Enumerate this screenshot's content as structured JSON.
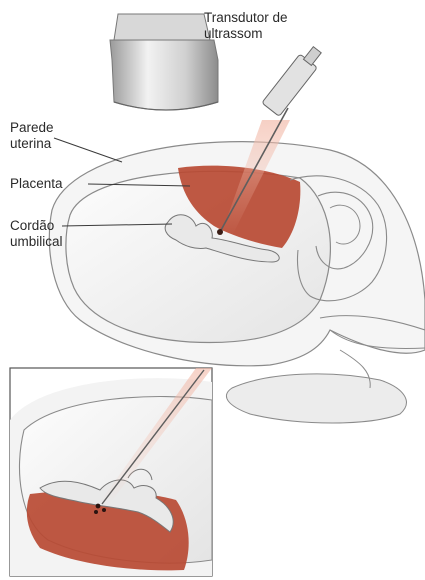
{
  "labels": {
    "transducer": {
      "line1": "Transdutor de",
      "line2": "ultrassom"
    },
    "uterine_wall": {
      "line1": "Parede",
      "line2": "uterina"
    },
    "placenta": {
      "line1": "Placenta"
    },
    "umbilical_cord": {
      "line1": "Cordão",
      "line2": "umbilical"
    }
  },
  "colors": {
    "placenta": "#b84a33",
    "outline": "#7a7a7a",
    "tissue": "#eeeeee",
    "needle": "#6b6b6b",
    "ultrasound_beam": "#f2b9a8"
  }
}
